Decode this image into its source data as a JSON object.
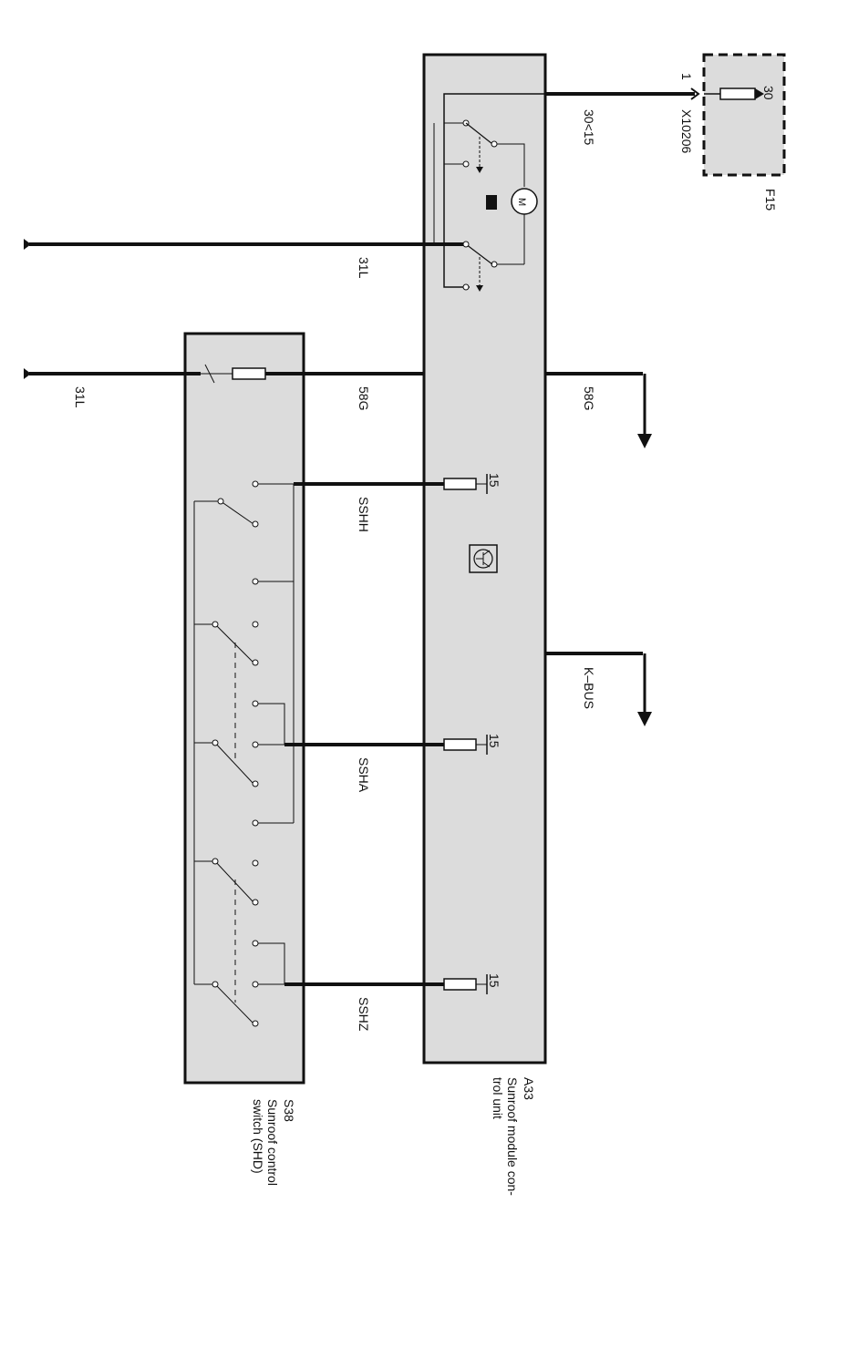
{
  "components": {
    "control_unit": {
      "id": "A33",
      "name_line1": "Sunroof module con-",
      "name_line2": "trol unit"
    },
    "switch": {
      "id": "S38",
      "name_line1": "Sunroof control",
      "name_line2": "switch (SHD)"
    },
    "fuse": {
      "id": "F15",
      "terminal": "30",
      "connector": "X10206",
      "pin": "1"
    }
  },
  "wires": {
    "supply": "30<15",
    "ground_top": "31L",
    "ground_left": "31L",
    "lighting_left": "58G",
    "lighting_right": "58G",
    "sshh": "SSHH",
    "ssha": "SSHA",
    "sshz": "SSHZ",
    "kbus": "K–BUS"
  },
  "inputs": {
    "terminal_1": "15",
    "terminal_2": "15",
    "terminal_3": "15"
  }
}
